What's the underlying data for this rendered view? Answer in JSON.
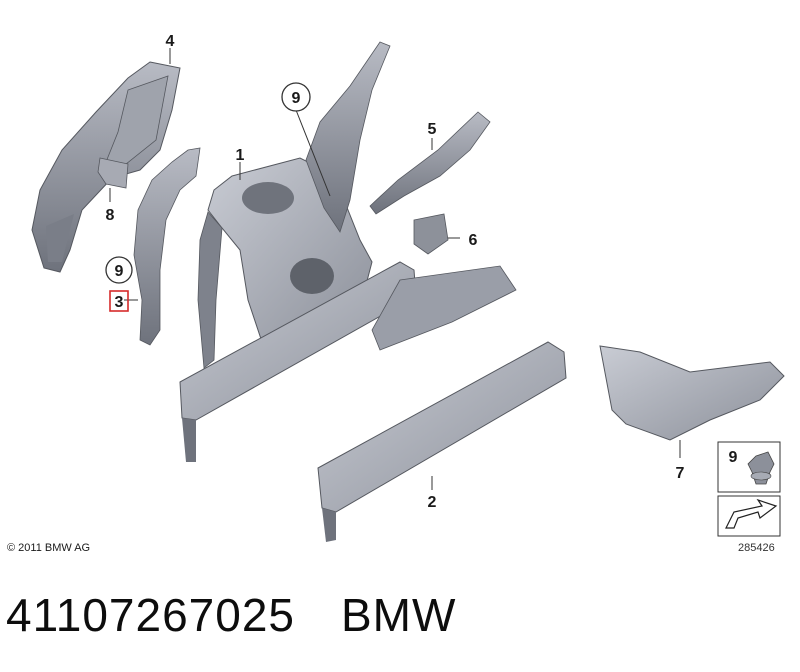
{
  "callouts": {
    "c1": "1",
    "c2": "2",
    "c3": "3",
    "c4": "4",
    "c5": "5",
    "c6": "6",
    "c7": "7",
    "c8": "8",
    "c9_top": "9",
    "c9_left": "9",
    "c9_legend": "9"
  },
  "copyright": "© 2011 BMW AG",
  "diagram_number": "285426",
  "footer": {
    "part_number": "41107267025",
    "brand": "BMW"
  },
  "highlight_color": "#d62b2b"
}
